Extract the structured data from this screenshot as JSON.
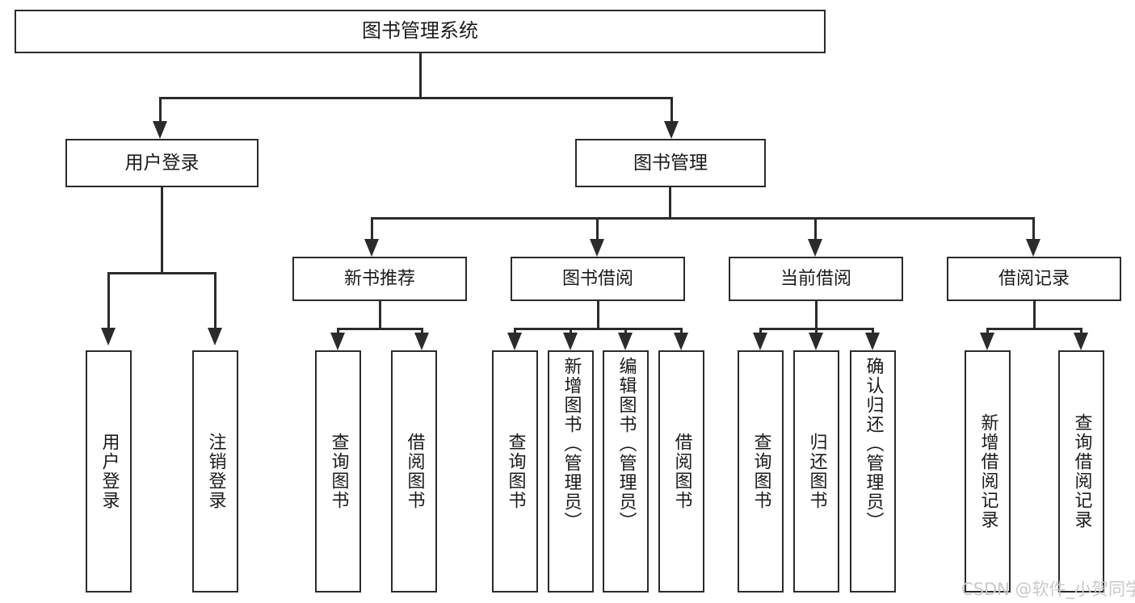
{
  "diagram": {
    "type": "tree",
    "title": "图书管理系统",
    "root": {
      "id": "root",
      "label": "图书管理系统"
    },
    "level1": [
      {
        "id": "user-login",
        "label": "用户登录"
      },
      {
        "id": "book-management",
        "label": "图书管理"
      }
    ],
    "level2": [
      {
        "id": "new-book-recommend",
        "label": "新书推荐"
      },
      {
        "id": "book-borrow",
        "label": "图书借阅"
      },
      {
        "id": "current-borrow",
        "label": "当前借阅"
      },
      {
        "id": "borrow-record",
        "label": "借阅记录"
      }
    ],
    "leaves": {
      "user_login": [
        {
          "id": "leaf-user-login",
          "label": "用户登录"
        },
        {
          "id": "leaf-logout",
          "label": "注销登录"
        }
      ],
      "new_book_recommend": [
        {
          "id": "leaf-query-book-1",
          "label": "查询图书"
        },
        {
          "id": "leaf-borrow-book-1",
          "label": "借阅图书"
        }
      ],
      "book_borrow": [
        {
          "id": "leaf-query-book-2",
          "label": "查询图书"
        },
        {
          "id": "leaf-add-book",
          "label": "新增图书（管理员）"
        },
        {
          "id": "leaf-edit-book",
          "label": "编辑图书（管理员）"
        },
        {
          "id": "leaf-borrow-book-2",
          "label": "借阅图书"
        }
      ],
      "current_borrow": [
        {
          "id": "leaf-query-book-3",
          "label": "查询图书"
        },
        {
          "id": "leaf-return-book",
          "label": "归还图书"
        },
        {
          "id": "leaf-confirm-return",
          "label": "确认归还（管理员）"
        }
      ],
      "borrow_record": [
        {
          "id": "leaf-add-record",
          "label": "新增借阅记录"
        },
        {
          "id": "leaf-query-record",
          "label": "查询借阅记录"
        }
      ]
    }
  },
  "watermark": {
    "text": "CSDN @软件_小贺同学",
    "color": "#c9c9c9"
  },
  "colors": {
    "stroke": "#2b2b2b",
    "background": "#ffffff",
    "text": "#1b1b1b"
  }
}
